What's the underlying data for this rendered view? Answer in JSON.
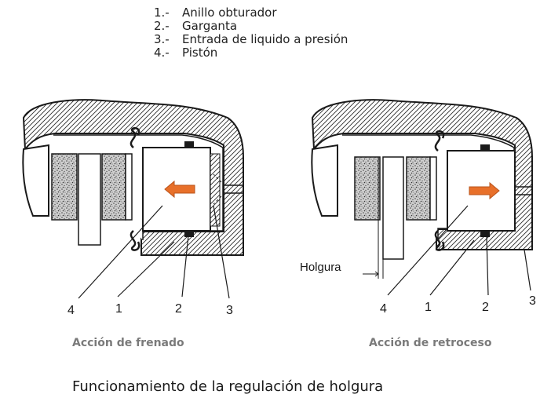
{
  "legend": [
    {
      "num": "1.-",
      "text": "Anillo obturador"
    },
    {
      "num": "2.-",
      "text": "Garganta"
    },
    {
      "num": "3.-",
      "text": "Entrada de liquido a presión"
    },
    {
      "num": "4.-",
      "text": "Pistón"
    }
  ],
  "left_diagram": {
    "caption": "Acción de frenado",
    "callouts": [
      "4",
      "1",
      "2",
      "3"
    ]
  },
  "right_diagram": {
    "caption": "Acción de retroceso",
    "clearance_label": "Holgura",
    "callouts": [
      "4",
      "1",
      "2",
      "3"
    ]
  },
  "title": "Funcionamiento de la regulación de holgura",
  "colors": {
    "arrow": "#e8702a",
    "line": "#1a1a1a",
    "caption": "#7a7a7a"
  }
}
